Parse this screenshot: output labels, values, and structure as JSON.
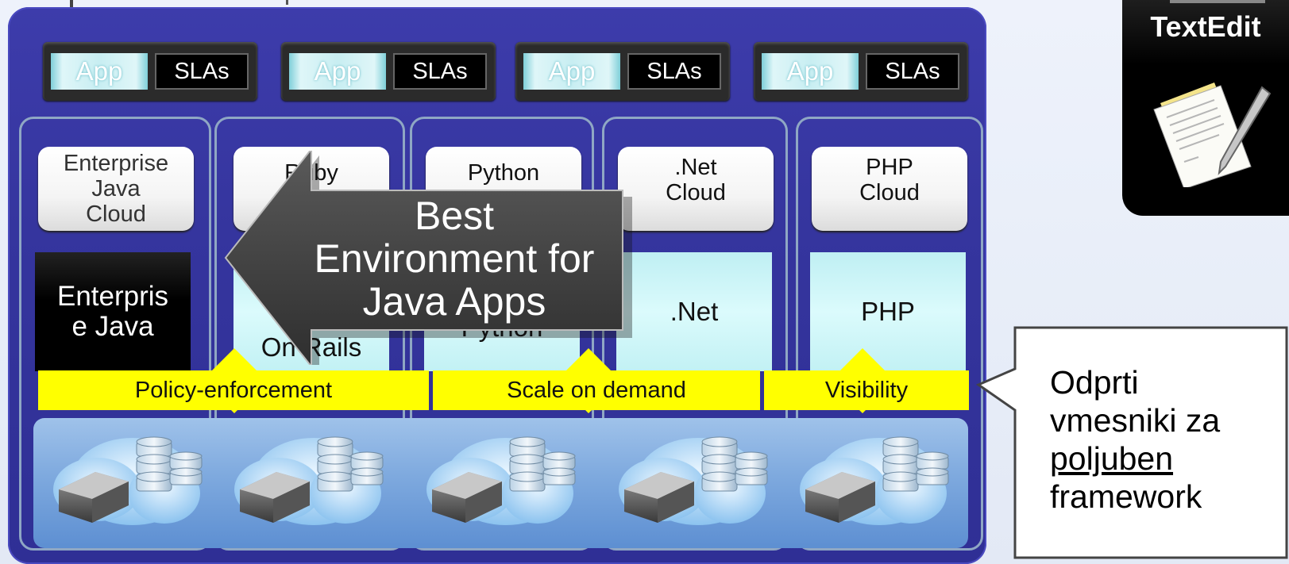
{
  "pills": [
    {
      "app": "App",
      "sla": "SLAs"
    },
    {
      "app": "App",
      "sla": "SLAs"
    },
    {
      "app": "App",
      "sla": "SLAs"
    },
    {
      "app": "App",
      "sla": "SLAs"
    }
  ],
  "columns": [
    {
      "cloud": [
        "Enterprise",
        "Java",
        "Cloud"
      ],
      "framework": [
        "Enterpris",
        "e Java"
      ]
    },
    {
      "cloud": [
        "Ruby",
        ""
      ],
      "framework": [
        "On Rails"
      ]
    },
    {
      "cloud": [
        "Python",
        ""
      ],
      "framework": [
        "Python"
      ]
    },
    {
      "cloud": [
        ".Net",
        "Cloud"
      ],
      "framework": [
        ".Net"
      ]
    },
    {
      "cloud": [
        "PHP",
        "Cloud"
      ],
      "framework": [
        "PHP"
      ]
    }
  ],
  "bands": {
    "policy": "Policy-enforcement",
    "scale": "Scale on demand",
    "visibility": "Visibility"
  },
  "arrow": {
    "lines": [
      "Best",
      "Environment for",
      "Java Apps"
    ]
  },
  "textedit": {
    "title": "TextEdit"
  },
  "callout": {
    "line1": "Odprti",
    "line2": "vmesniki za",
    "line3": "poljuben",
    "line4": "framework"
  },
  "colors": {
    "panel": "#35359e",
    "band": "#ffff00",
    "arrow": "#3a3a3a"
  }
}
